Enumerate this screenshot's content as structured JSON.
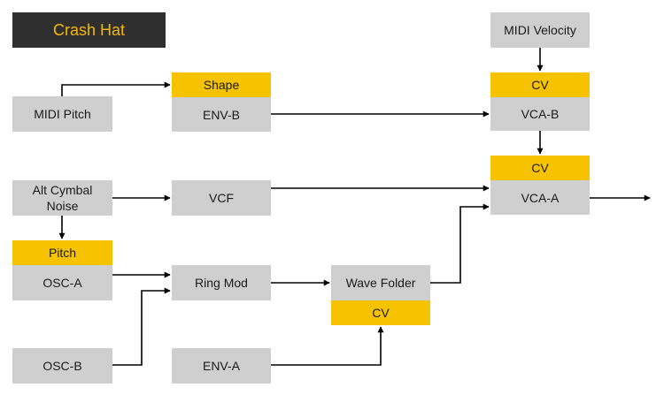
{
  "title": "Crash Hat",
  "nodes": {
    "midi_velocity": "MIDI Velocity",
    "vca_b_cv": "CV",
    "vca_b": "VCA-B",
    "vca_a_cv": "CV",
    "vca_a": "VCA-A",
    "midi_pitch": "MIDI Pitch",
    "env_b_shape": "Shape",
    "env_b": "ENV-B",
    "alt_cymbal_noise": "Alt Cymbal Noise",
    "vcf": "VCF",
    "osc_a_pitch": "Pitch",
    "osc_a": "OSC-A",
    "ring_mod": "Ring Mod",
    "wave_folder": "Wave Folder",
    "wave_folder_cv": "CV",
    "osc_b": "OSC-B",
    "env_a": "ENV-A"
  },
  "colors": {
    "title_bg": "#2f2f2f",
    "title_text": "#f5b800",
    "module_bg": "#cfcfcf",
    "port_bg": "#f7c300",
    "wire": "#000000"
  }
}
